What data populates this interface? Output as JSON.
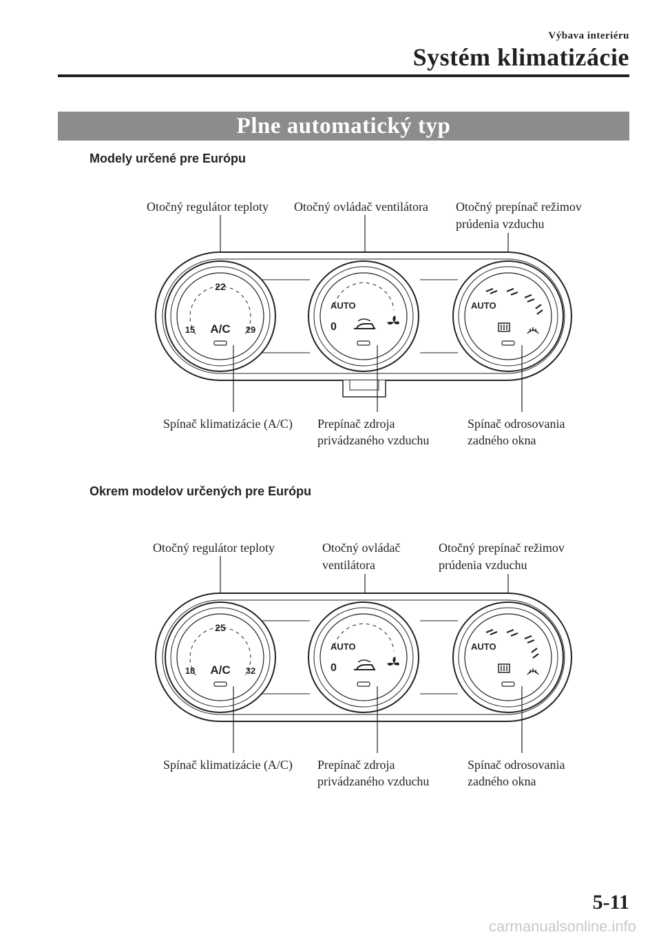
{
  "header": {
    "section": "Výbava interiéru",
    "title": "Systém klimatizácie"
  },
  "banner": "Plne automatický typ",
  "diagrams": [
    {
      "heading": "Modely určené pre Európu",
      "labels": {
        "temp_dial": "Otočný regulátor teploty",
        "fan_dial": "Otočný ovládač ventilátora",
        "mode_dial_1": "Otočný prepínač režimov",
        "mode_dial_2": "prúdenia vzduchu",
        "ac_switch": "Spínač klimatizácie (A/C)",
        "recirc_1": "Prepínač zdroja",
        "recirc_2": "privádzaného vzduchu",
        "defog_1": "Spínač odrosovania",
        "defog_2": "zadného okna"
      },
      "dial_text": {
        "temp_top": "22",
        "temp_min": "15",
        "temp_max": "29",
        "ac": "A/C",
        "fan_auto": "AUTO",
        "fan_zero": "0",
        "mode_auto": "AUTO"
      }
    },
    {
      "heading": "Okrem modelov určených pre Európu",
      "labels": {
        "temp_dial": "Otočný regulátor teploty",
        "fan_dial_1": "Otočný ovládač",
        "fan_dial_2": "ventilátora",
        "mode_dial_1": "Otočný prepínač režimov",
        "mode_dial_2": "prúdenia vzduchu",
        "ac_switch": "Spínač klimatizácie (A/C)",
        "recirc_1": "Prepínač zdroja",
        "recirc_2": "privádzaného vzduchu",
        "defog_1": "Spínač odrosovania",
        "defog_2": "zadného okna"
      },
      "dial_text": {
        "temp_top": "25",
        "temp_min": "18",
        "temp_max": "32",
        "ac": "A/C",
        "fan_auto": "AUTO",
        "fan_zero": "0",
        "mode_auto": "AUTO"
      }
    }
  ],
  "footer": {
    "page_number": "5-11",
    "watermark": "carmanualsonline.info"
  }
}
